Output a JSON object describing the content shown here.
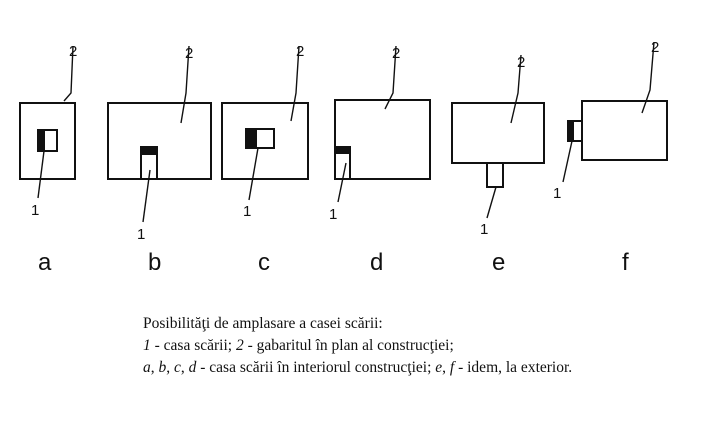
{
  "variants": [
    {
      "letter": "a",
      "callout_building": "2",
      "callout_stair": "1"
    },
    {
      "letter": "b",
      "callout_building": "2",
      "callout_stair": "1"
    },
    {
      "letter": "c",
      "callout_building": "2",
      "callout_stair": "1"
    },
    {
      "letter": "d",
      "callout_building": "2",
      "callout_stair": "1"
    },
    {
      "letter": "e",
      "callout_building": "2",
      "callout_stair": "1"
    },
    {
      "letter": "f",
      "callout_building": "2",
      "callout_stair": "1"
    }
  ],
  "caption": {
    "line1": "Posibilităţi de amplasare a casei scării:",
    "line2": {
      "n1": "1",
      "t1": " - casa scării; ",
      "n2": "2",
      "t2": " - gabaritul în plan al construcţiei;"
    },
    "line3": {
      "a": "a",
      "sep1": ", ",
      "b": "b",
      "sep2": ", ",
      "c": "c",
      "sep3": ", ",
      "d": "d",
      "t1": " - casa scării în interiorul construcţiei; ",
      "e": "e",
      "sep4": ", ",
      "f": "f",
      "t2": " - idem, la exterior."
    }
  }
}
